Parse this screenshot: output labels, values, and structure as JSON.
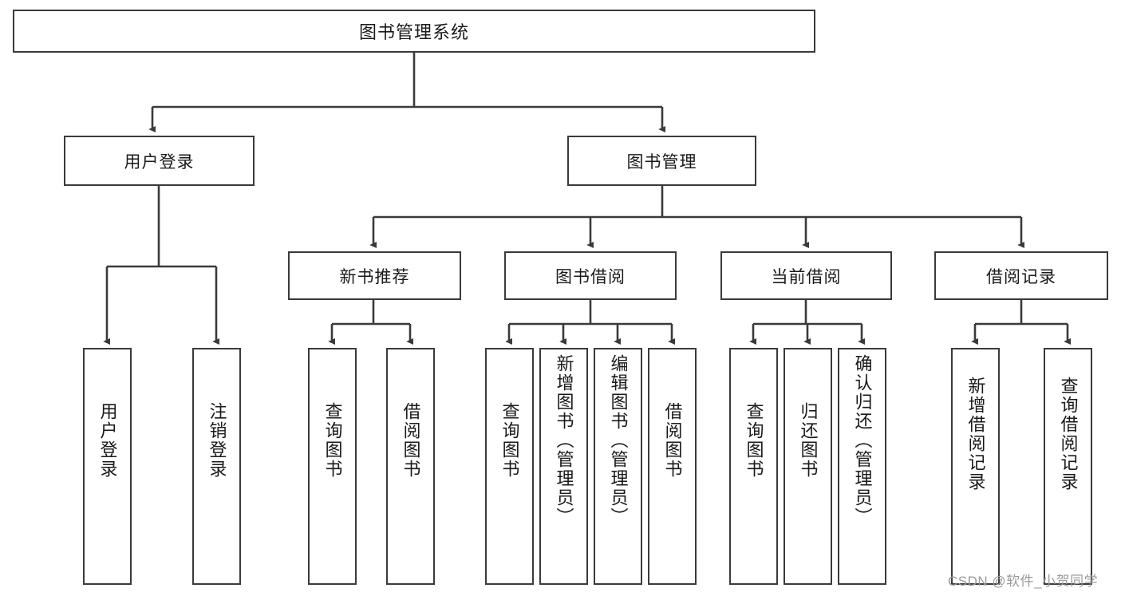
{
  "diagram": {
    "title_node": {
      "id": "root",
      "label": "图书管理系统"
    },
    "level2": [
      {
        "id": "user-login",
        "label": "用户登录"
      },
      {
        "id": "book-manage",
        "label": "图书管理"
      }
    ],
    "level3": [
      {
        "id": "new-book-rec",
        "label": "新书推荐"
      },
      {
        "id": "book-borrow",
        "label": "图书借阅"
      },
      {
        "id": "current-borrow",
        "label": "当前借阅"
      },
      {
        "id": "borrow-record",
        "label": "借阅记录"
      }
    ],
    "leaves": [
      {
        "id": "leaf-user-login",
        "label": "用户登录",
        "parent": "user-login"
      },
      {
        "id": "leaf-user-logout",
        "label": "注销登录",
        "parent": "user-login"
      },
      {
        "id": "leaf-query-book-1",
        "label": "查询图书",
        "parent": "new-book-rec"
      },
      {
        "id": "leaf-borrow-book-1",
        "label": "借阅图书",
        "parent": "new-book-rec"
      },
      {
        "id": "leaf-query-book-2",
        "label": "查询图书",
        "parent": "book-borrow"
      },
      {
        "id": "leaf-add-book",
        "label": "新增图书（管理员）",
        "parent": "book-borrow"
      },
      {
        "id": "leaf-edit-book",
        "label": "编辑图书（管理员）",
        "parent": "book-borrow"
      },
      {
        "id": "leaf-borrow-book-2",
        "label": "借阅图书",
        "parent": "book-borrow"
      },
      {
        "id": "leaf-query-book-3",
        "label": "查询图书",
        "parent": "current-borrow"
      },
      {
        "id": "leaf-return-book",
        "label": "归还图书",
        "parent": "current-borrow"
      },
      {
        "id": "leaf-confirm-return",
        "label": "确认归还（管理员）",
        "parent": "current-borrow"
      },
      {
        "id": "leaf-add-record",
        "label": "新增借阅记录",
        "parent": "borrow-record"
      },
      {
        "id": "leaf-query-record",
        "label": "查询借阅记录",
        "parent": "borrow-record"
      }
    ],
    "watermark": "CSDN @软件_小贺同学",
    "colors": {
      "border": "#3a3a3a",
      "background": "#ffffff",
      "text": "#1a1a1a",
      "watermark": "#9a9a9a"
    }
  }
}
